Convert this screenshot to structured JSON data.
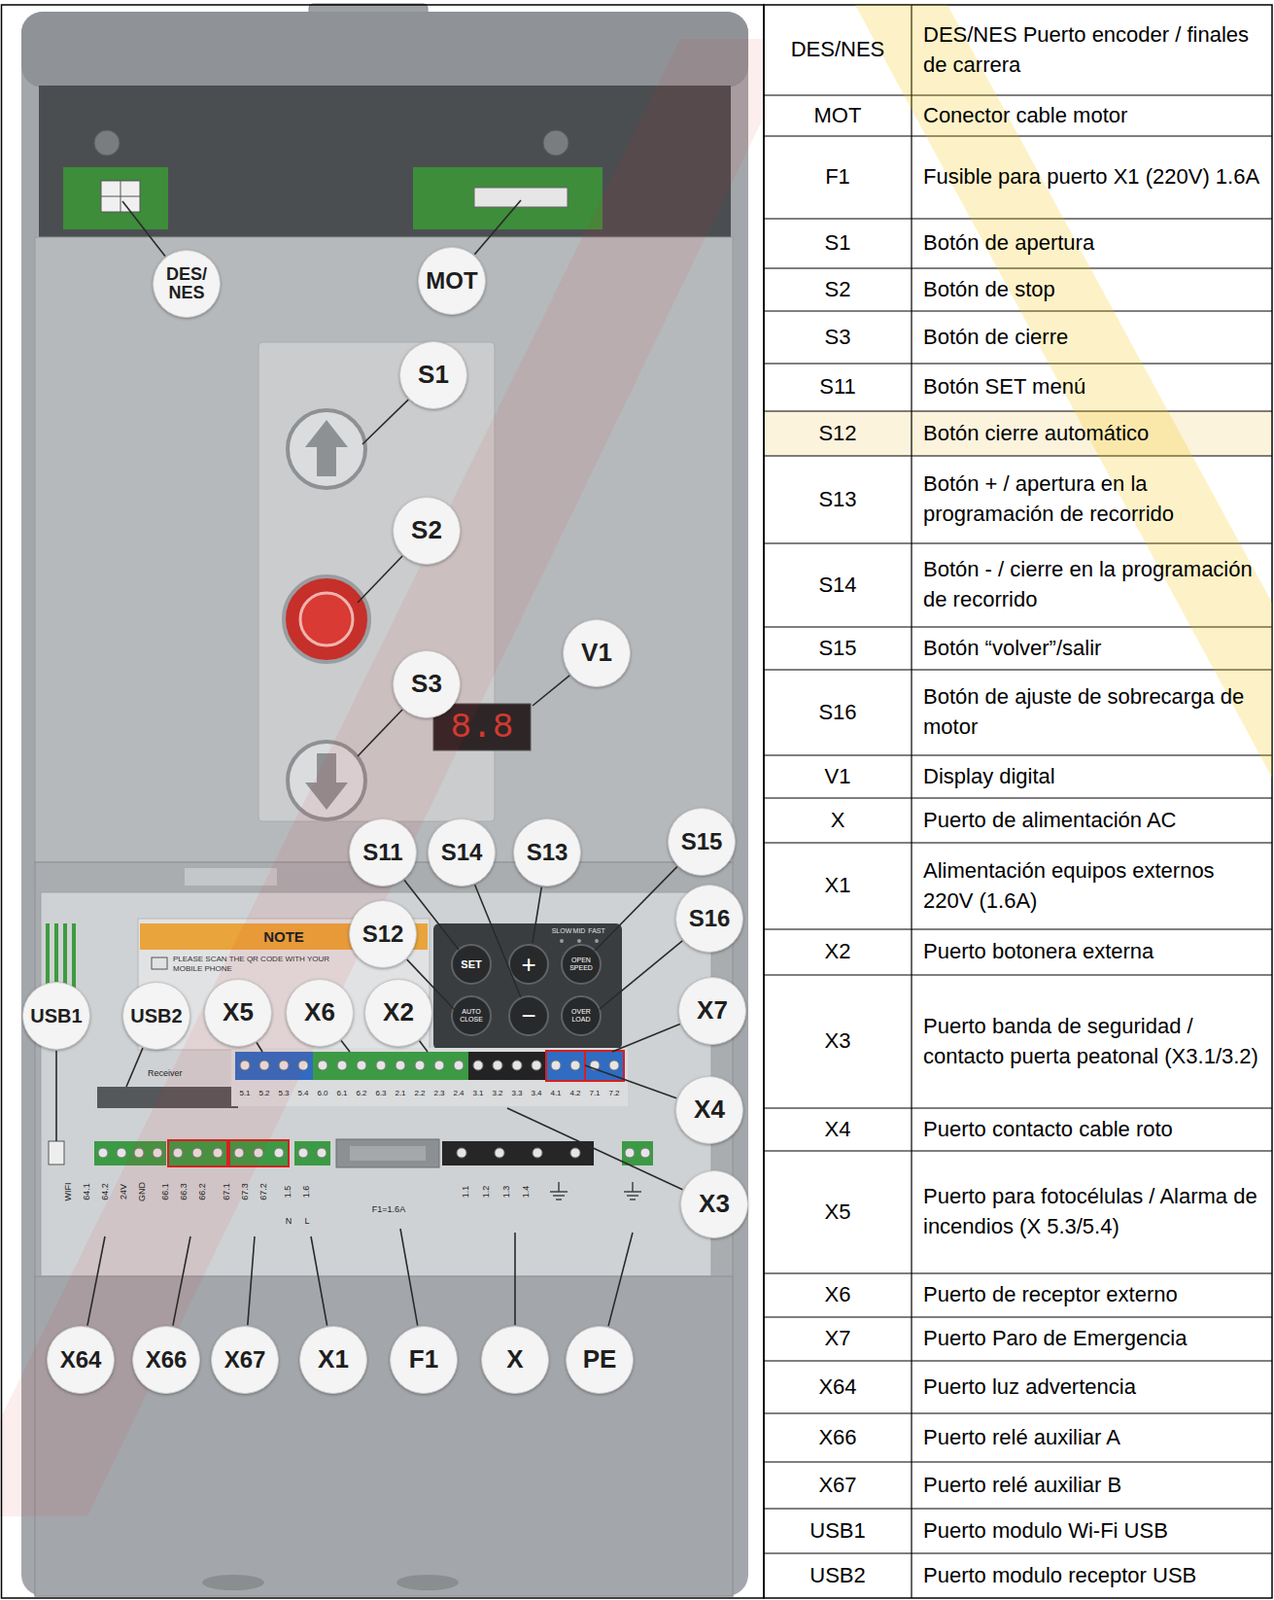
{
  "diagram": {
    "labels": [
      "DES/ NES",
      "MOT",
      "S1",
      "S2",
      "V1",
      "S3",
      "S15",
      "S11",
      "S14",
      "S13",
      "S16",
      "S12",
      "X7",
      "USB1",
      "USB2",
      "X5",
      "X6",
      "X2",
      "X4",
      "X3",
      "X64",
      "X66",
      "X67",
      "X1",
      "F1",
      "X",
      "PE",
      "8.8",
      "NOTE",
      "PLEASE SCAN THE QR CODE WITH YOUR MOBILE PHONE",
      "SLOW",
      "MID",
      "FAST",
      "SET",
      "+",
      "OPEN SPEED",
      "AUTO CLOSE",
      "−",
      "OVER LOAD",
      "Receiver",
      "5.1",
      "5.2",
      "5.3",
      "5.4",
      "6.0",
      "6.1",
      "6.2",
      "6.3",
      "2.1",
      "2.2",
      "2.3",
      "2.4",
      "3.1",
      "3.2",
      "3.3",
      "3.4",
      "4.1",
      "4.2",
      "7.1",
      "7.2",
      "WIFI",
      "64.1",
      "64.2",
      "24V",
      "GND",
      "66.1",
      "66.3",
      "66.2",
      "67.1",
      "67.3",
      "67.2",
      "1.5",
      "1.6",
      "N",
      "L",
      "F1=1.6A",
      "1.1",
      "1.2",
      "1.3",
      "1.4",
      "DES/NES",
      "DES/NES Puerto encoder / finales de carrera",
      "MOT",
      "Conector cable motor",
      "F1",
      "Fusible para puerto X1 (220V) 1.6A",
      "S1",
      "Botón de apertura",
      "S2",
      "Botón de stop",
      "S3",
      "Botón de cierre",
      "S11",
      "Botón SET menú",
      "S12",
      "Botón cierre automático",
      "S13",
      "Botón + / apertura en la programación de recorrido",
      "S14",
      "Botón - / cierre en la programación de recorrido",
      "S15",
      "Botón “volver”/salir",
      "S16",
      "Botón de ajuste de sobrecarga de motor",
      "V1",
      "Display digital",
      "X",
      "Puerto de alimentación AC",
      "X1",
      "Alimentación equipos externos 220V (1.6A)",
      "X2",
      "Puerto botonera externa",
      "X3",
      "Puerto banda de seguridad / contacto puerta peatonal (X3.1/3.2)",
      "X4",
      "Puerto contacto cable roto",
      "X5",
      "Puerto para fotocélulas / Alarma de incendios (X 5.3/5.4)",
      "X6",
      "Puerto de receptor externo",
      "X7",
      "Puerto Paro de Emergencia",
      "X64",
      "Puerto luz advertencia",
      "X66",
      "Puerto relé auxiliar A",
      "X67",
      "Puerto relé auxiliar B",
      "USB1",
      "Puerto modulo Wi-Fi USB",
      "USB2",
      "Puerto modulo receptor USB"
    ]
  }
}
